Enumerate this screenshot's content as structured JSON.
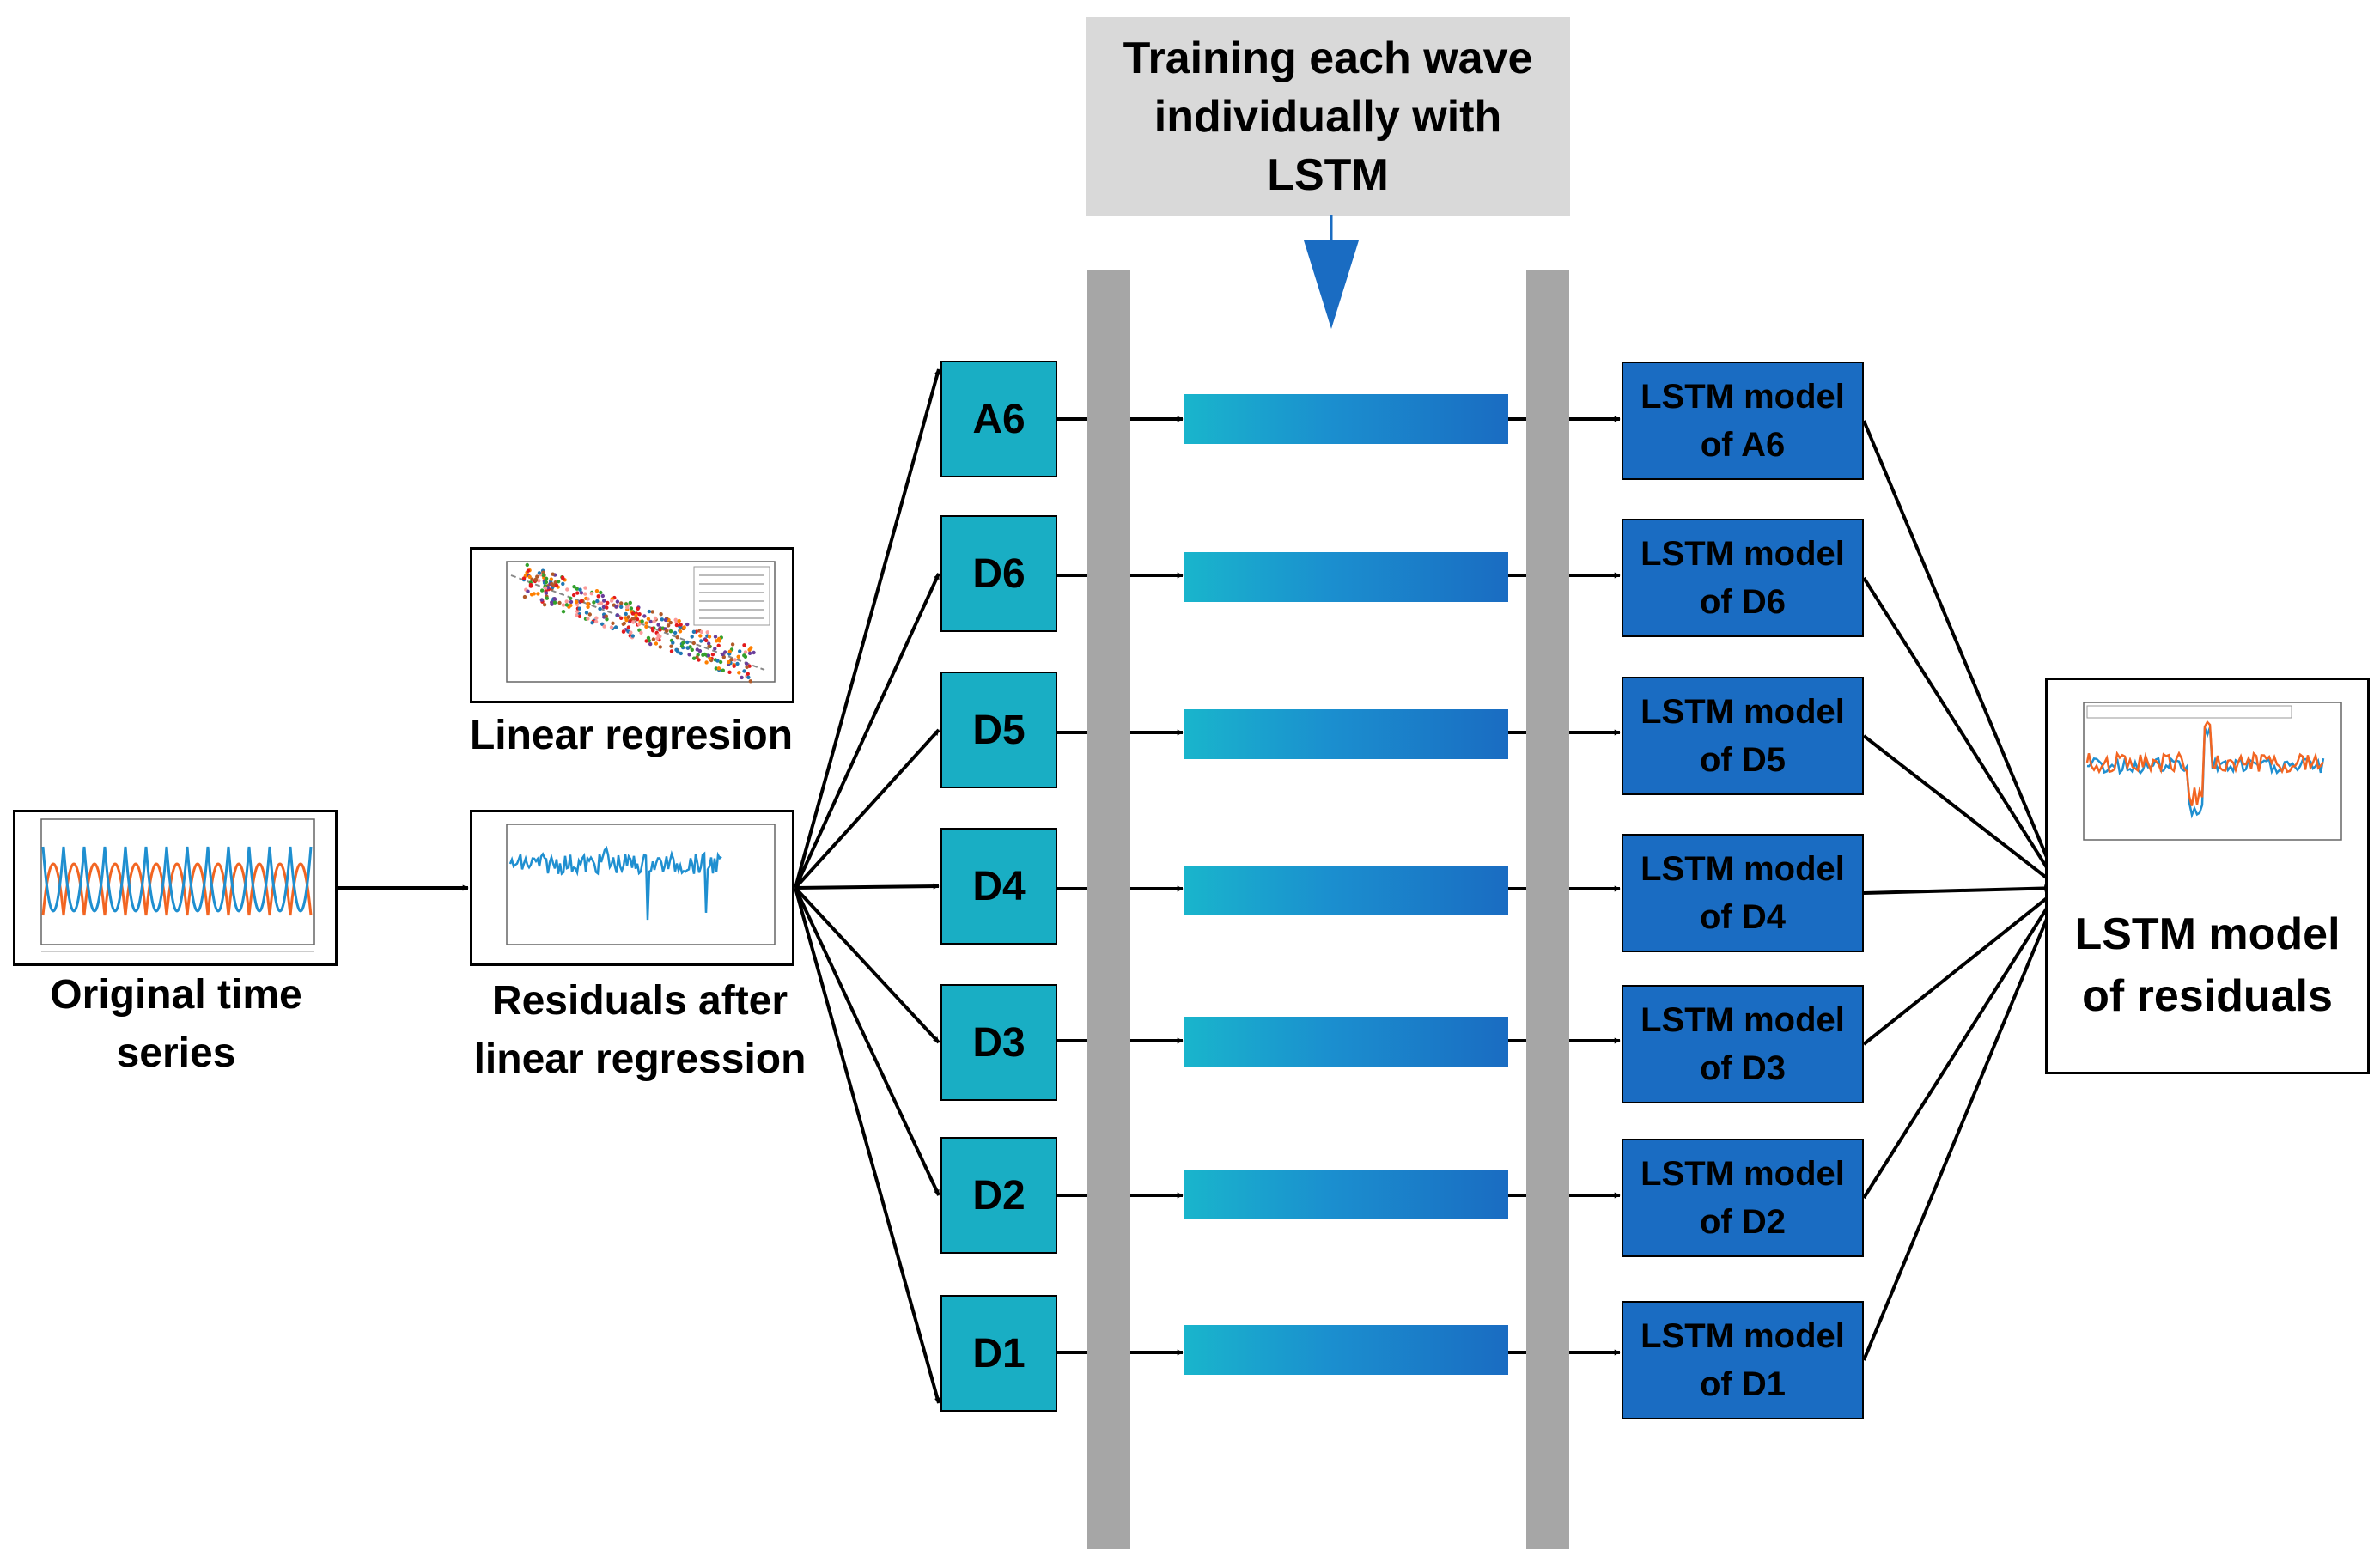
{
  "training_label": "Training each wave individually with LSTM",
  "original_label": "Original time series",
  "regression_label": "Linear regresion",
  "residuals_label": "Residuals after linear regression",
  "final_label": "LSTM model of residuals",
  "coefficients": [
    "A6",
    "D6",
    "D5",
    "D4",
    "D3",
    "D2",
    "D1"
  ],
  "models": [
    "LSTM model of A6",
    "LSTM model of D6",
    "LSTM model of D5",
    "LSTM model of D4",
    "LSTM model of D3",
    "LSTM model of D2",
    "LSTM model of D1"
  ],
  "colors": {
    "coefficient_box": "#19aec4",
    "model_box": "#1a6cc2",
    "band_start": "#19b5cc",
    "band_end": "#1a6cc2",
    "training_box": "#d9d9d9",
    "bar": "#a6a6a6",
    "down_arrow": "#1a6cc2",
    "series_blue": "#1f8fd0",
    "series_orange": "#f26522"
  }
}
